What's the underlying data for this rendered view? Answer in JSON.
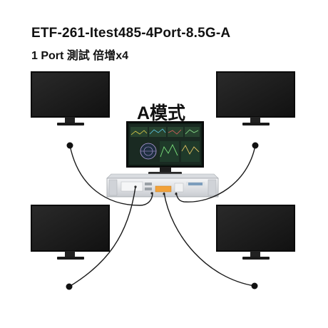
{
  "title": {
    "line1": "ETF-261-Itest485-4Port-8.5G-A",
    "line2": "1 Port 測試 倍增x4"
  },
  "mode_label": "A模式",
  "colors": {
    "monitor_screen": "#1b1b1b",
    "monitor_bezel": "#2a2a2a",
    "cable": "#1a1a1a",
    "instrument_body": "#e3e5e8",
    "instrument_accent": "#f2a23a",
    "analyzer_screen": "#12301f"
  },
  "icons": [
    "monitor-icon",
    "analyzer-screen-icon",
    "instrument-chassis-icon"
  ]
}
